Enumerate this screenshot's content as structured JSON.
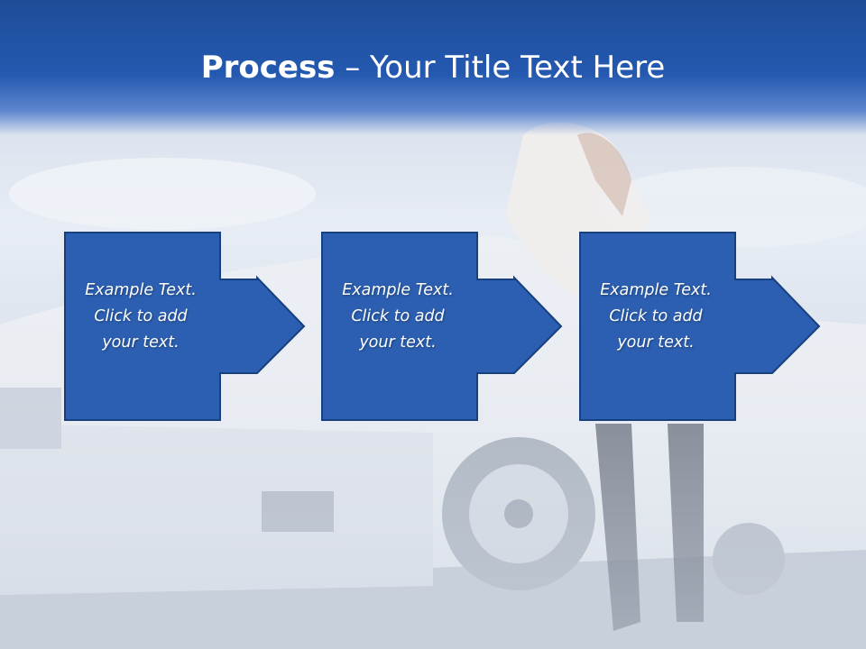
{
  "slide": {
    "title_bold": "Process",
    "title_rest": " – Your Title Text Here"
  },
  "steps": [
    {
      "lines": [
        "Example Text.",
        "Click  to add",
        "your text."
      ]
    },
    {
      "lines": [
        "Example Text.",
        "Click  to add",
        "your text."
      ]
    },
    {
      "lines": [
        "Example Text.",
        "Click  to add",
        "your text."
      ]
    }
  ],
  "colors": {
    "title_bar": "#2459b0",
    "box_fill": "#2c5fb1",
    "box_stroke": "#17407f",
    "text": "#ffffff"
  }
}
